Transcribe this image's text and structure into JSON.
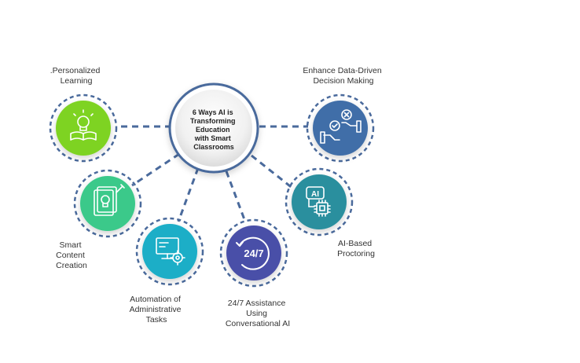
{
  "center": {
    "title_lines": [
      "6 Ways AI is",
      "Transforming",
      "Education",
      "with Smart",
      "Classrooms"
    ]
  },
  "nodes": [
    {
      "id": "personalized-learning",
      "label_lines": [
        ".Personalized",
        "Learning"
      ],
      "icon": "lightbulb-book-icon",
      "color": "#7ed321"
    },
    {
      "id": "smart-content-creation",
      "label_lines": [
        "Smart",
        "Content",
        "Creation"
      ],
      "icon": "document-lightbulb-icon",
      "color": "#3bc98a"
    },
    {
      "id": "automation-administrative-tasks",
      "label_lines": [
        "Automation of",
        "Administrative",
        "Tasks"
      ],
      "icon": "computer-gear-icon",
      "color": "#1aaec7"
    },
    {
      "id": "assistance-conversational-ai",
      "label_lines": [
        "24/7 Assistance",
        "Using",
        "Conversational AI"
      ],
      "icon": "clock-24-7-icon",
      "icon_text": "24/7",
      "color": "#4a4fa8"
    },
    {
      "id": "ai-based-proctoring",
      "label_lines": [
        "AI-Based",
        "Proctoring"
      ],
      "icon": "ai-chip-icon",
      "icon_text": "AI",
      "color": "#2b8f9e"
    },
    {
      "id": "data-driven-decision",
      "label_lines": [
        "Enhance Data-Driven",
        "Decision Making"
      ],
      "icon": "hands-decision-icon",
      "color": "#3f6ea8"
    }
  ]
}
